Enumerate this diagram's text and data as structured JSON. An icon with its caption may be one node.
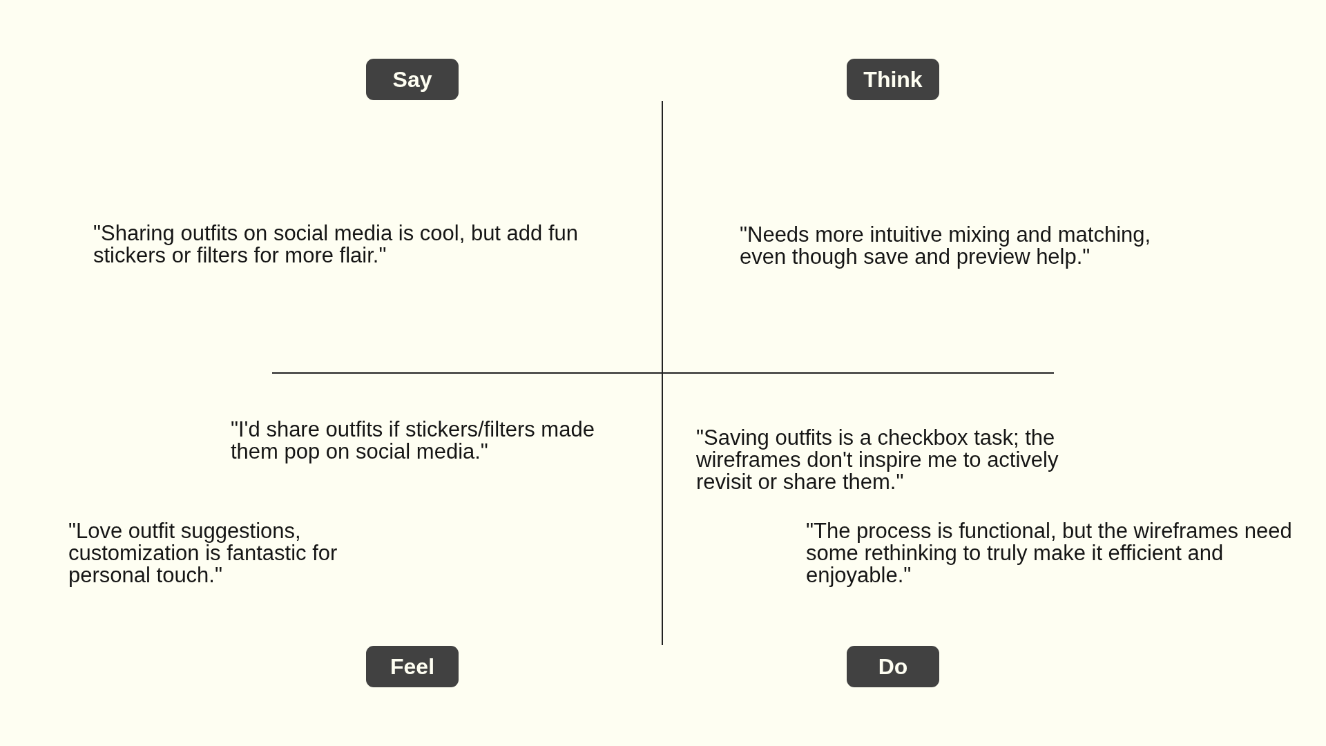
{
  "diagram": {
    "nodes": [
      {
        "text": [
          "Say"
        ]
      },
      {
        "text": [
          "Think"
        ]
      },
      {
        "text": [
          "Feel"
        ]
      },
      {
        "text": [
          "Do"
        ]
      }
    ],
    "labels": [
      "\"Sharing outfits on social media is cool, but add fun stickers or filters for more flair.\"",
      "\"Needs more intuitive mixing and matching, even though save and preview help.\"",
      "\"I'd share outfits if stickers/filters made them pop on social media.\"",
      "\"Saving outfits is a checkbox task; the wireframes don't inspire me to actively revisit or share them.\"",
      "\"Love outfit suggestions, customization is fantastic for personal touch.\"",
      "\"The process is functional, but the wireframes need some rethinking to truly make it efficient and enjoyable.\""
    ]
  }
}
